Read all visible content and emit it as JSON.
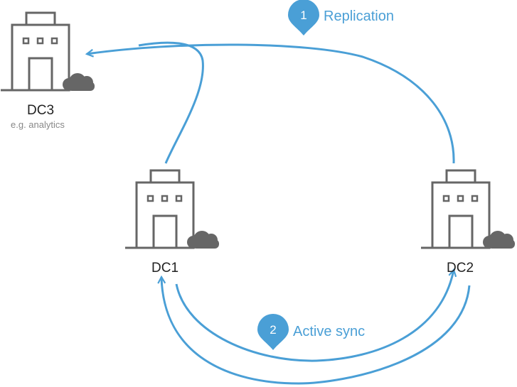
{
  "colors": {
    "accent": "#4a9fd6",
    "building": "#666666",
    "label": "#222222",
    "sublabel": "#888888"
  },
  "datacenters": [
    {
      "name": "DC3",
      "note": "e.g. analytics",
      "icon": "building-with-cloud-icon"
    },
    {
      "name": "DC1",
      "icon": "building-with-cloud-icon"
    },
    {
      "name": "DC2",
      "icon": "building-with-cloud-icon"
    }
  ],
  "steps": [
    {
      "number": "1",
      "label": "Replication"
    },
    {
      "number": "2",
      "label": "Active sync"
    }
  ]
}
